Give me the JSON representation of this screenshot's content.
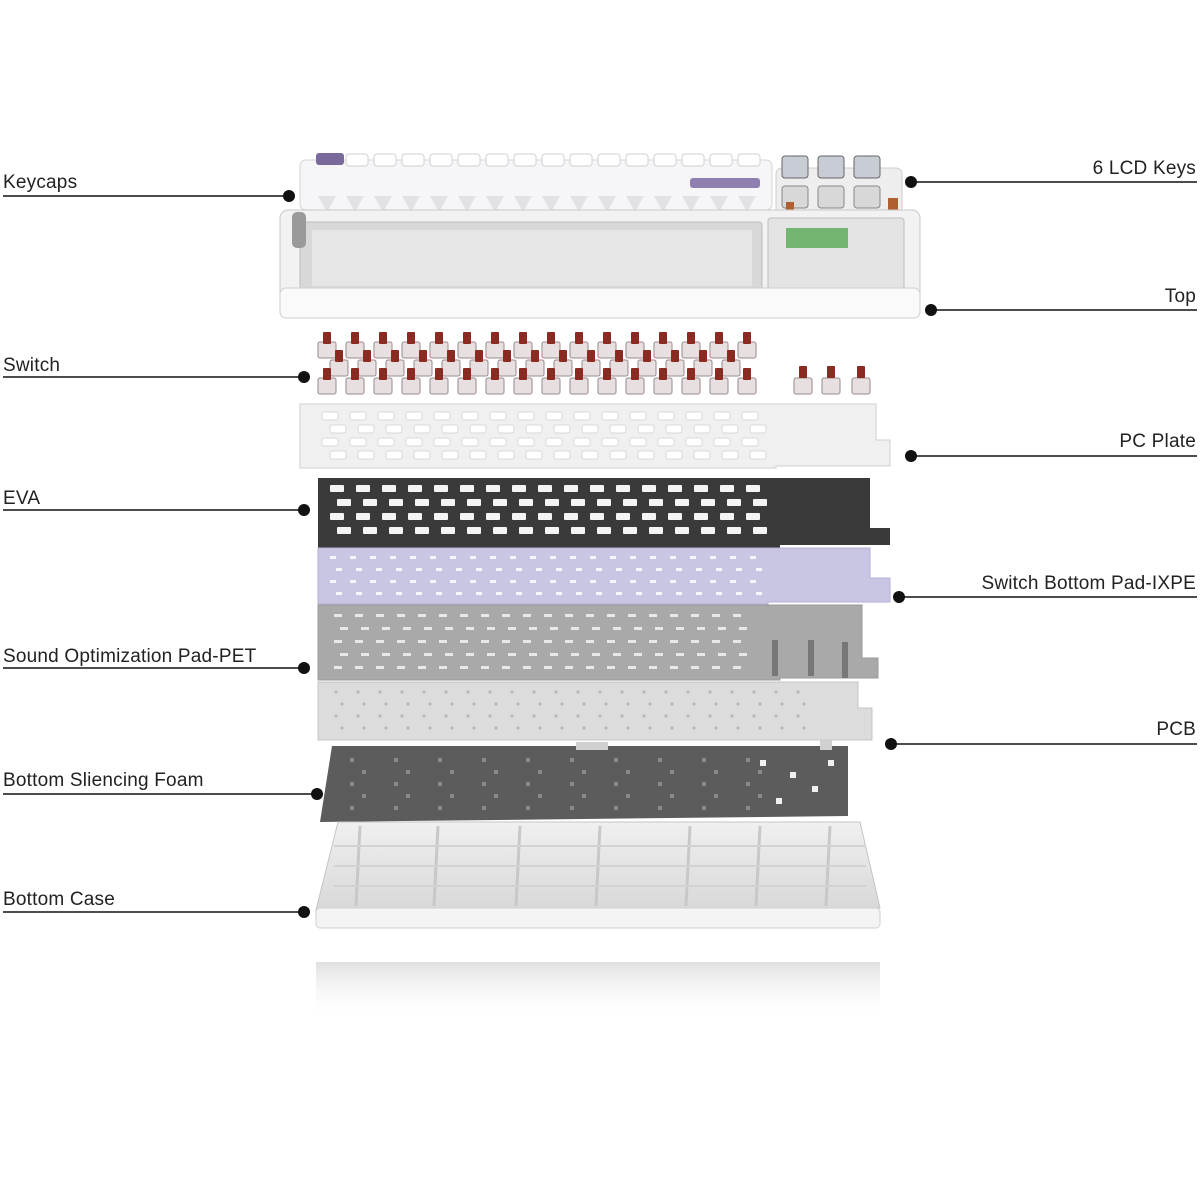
{
  "labels": {
    "keycaps": "Keycaps",
    "lcd_keys": "6 LCD Keys",
    "top": "Top",
    "switch": "Switch",
    "pc_plate": "PC Plate",
    "eva": "EVA",
    "switch_bottom_pad": "Switch Bottom Pad-IXPE",
    "sound_pad": "Sound Optimization Pad-PET",
    "pcb": "PCB",
    "bottom_foam": "Bottom Sliencing Foam",
    "bottom_case": "Bottom Case"
  },
  "colors": {
    "leader_line": "#111111",
    "keycap_white": "#f4f4f6",
    "accent_purple": "#7a6a9c",
    "switch_red": "#8a2a22",
    "eva_dark": "#3a3a3a",
    "ixpe_lavender": "#c9c6e4",
    "pet_gray": "#a8a8a8",
    "pcb_light": "#dcdcdc",
    "foam_dark": "#5c5c5c",
    "case_white": "#ebebeb"
  }
}
